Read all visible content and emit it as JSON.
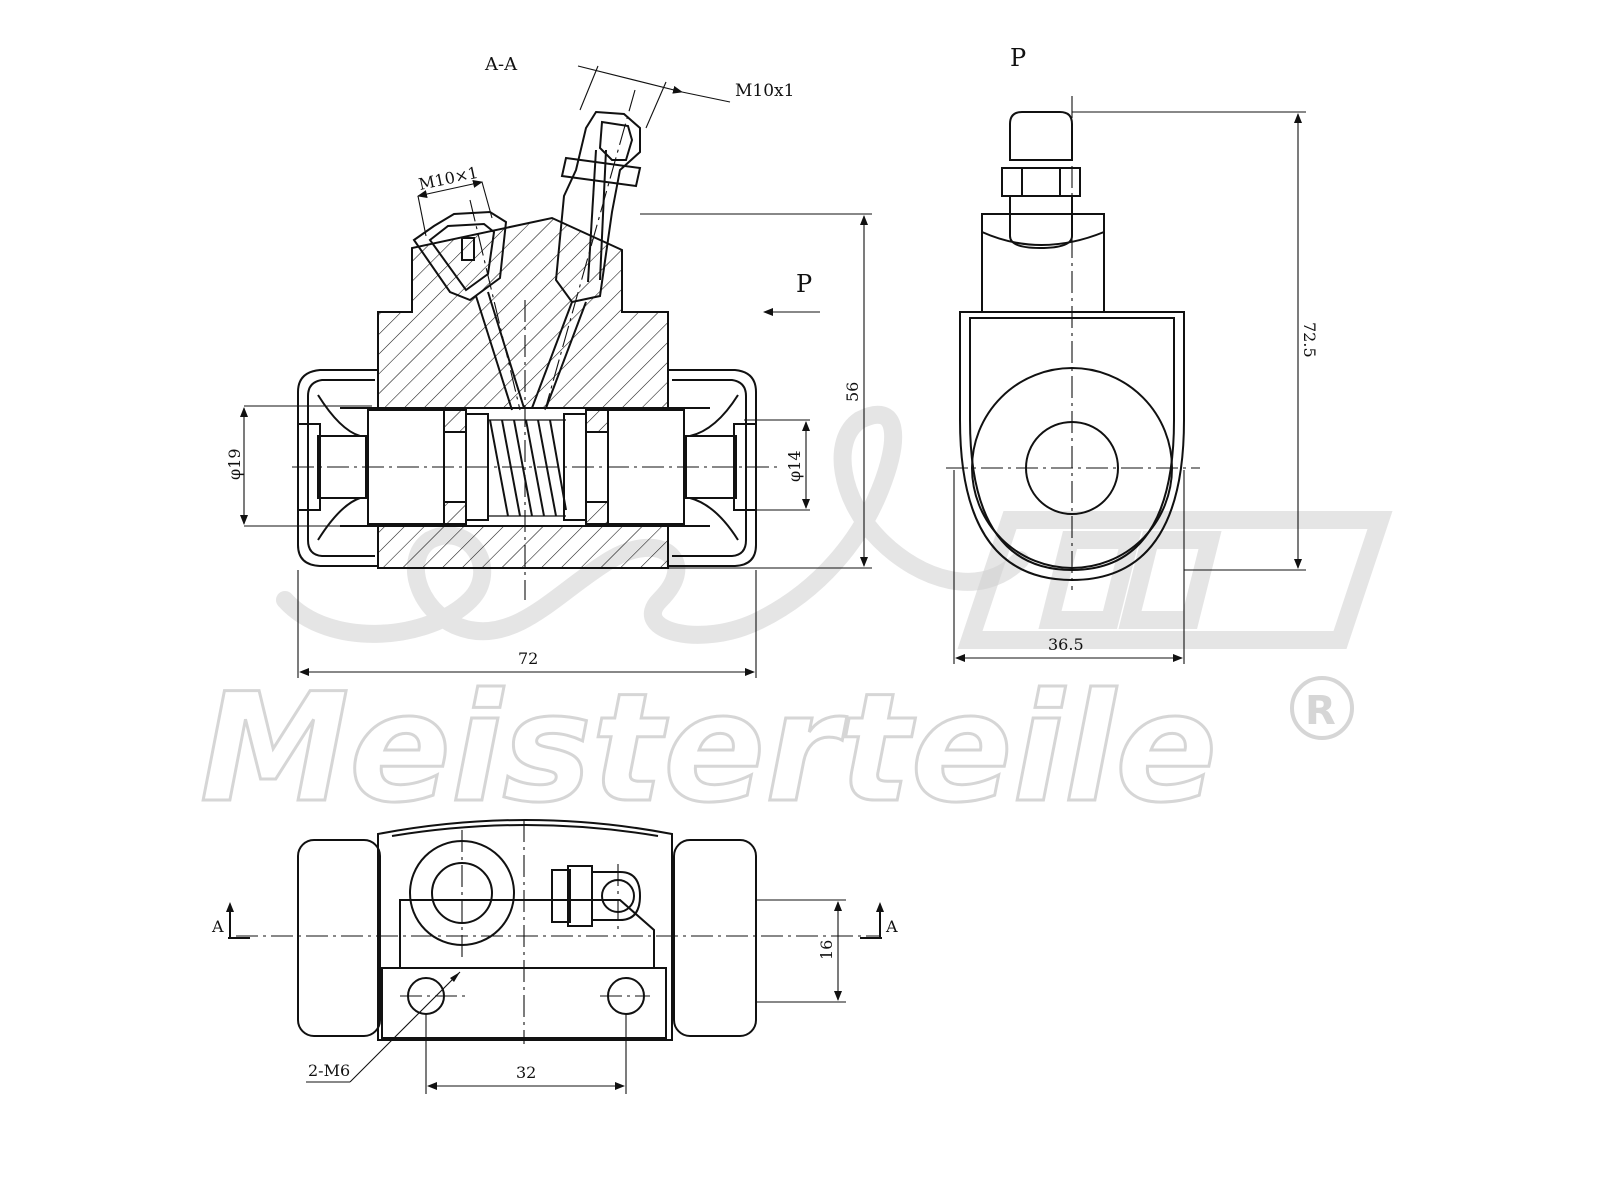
{
  "section": {
    "title": "A-A",
    "thread_top": "M10x1",
    "thread_left": "M10×1",
    "view_arrow": "P",
    "dia_bore": "φ19",
    "dia_piston": "φ14",
    "height": "56",
    "length": "72"
  },
  "side_view": {
    "title": "P",
    "height": "72.5",
    "width": "36.5"
  },
  "top_view": {
    "section_left": "A",
    "section_right": "A",
    "offset": "16",
    "bolt_spacing": "32",
    "bolts": "2-M6"
  },
  "watermark": {
    "text": "Meisterteile",
    "registered": "R"
  }
}
